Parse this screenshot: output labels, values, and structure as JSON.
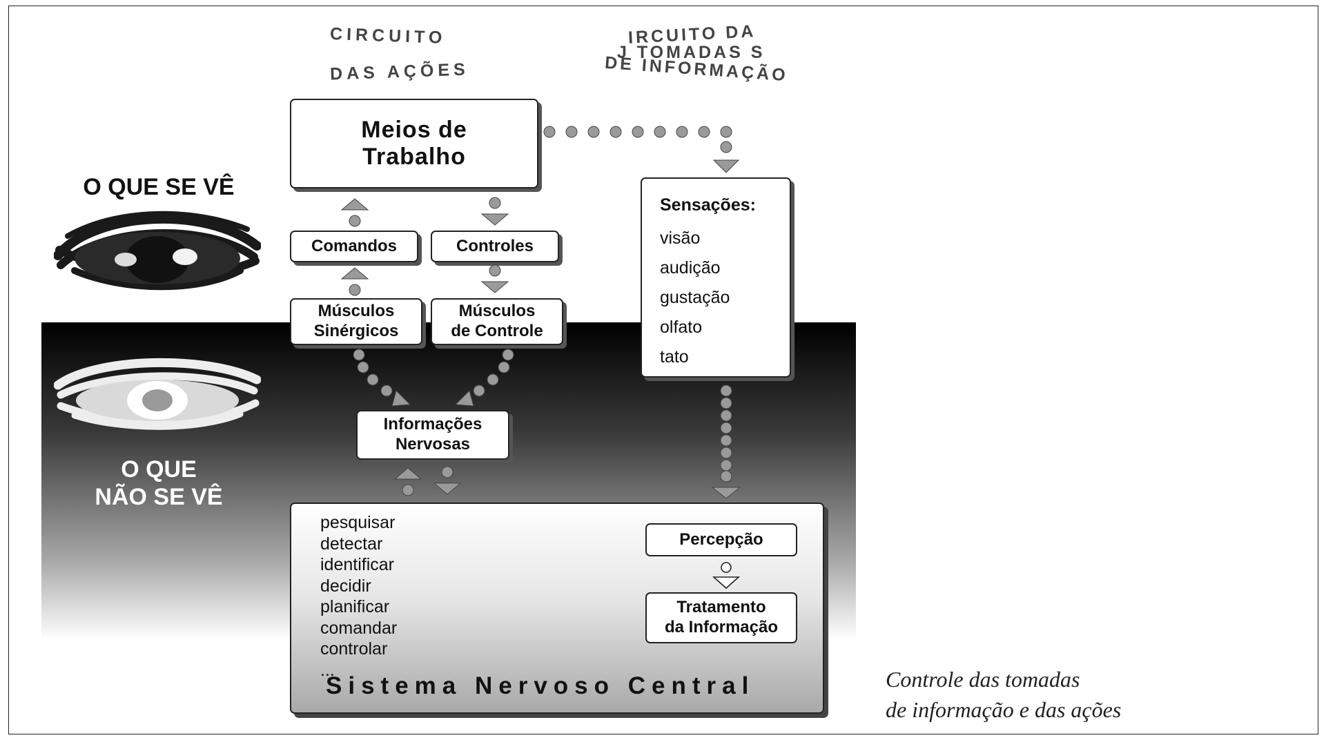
{
  "circuits": {
    "acoes_line1": "CIRCUITO",
    "acoes_line2": "DAS AÇÕES",
    "info_line1": "IRCUITO DA",
    "info_line2": "J TOMADAS S",
    "info_line3": "DE INFORMAÇÃO"
  },
  "zones": {
    "visible": "O QUE SE VÊ",
    "invisible_line1": "O QUE",
    "invisible_line2": "NÃO SE VÊ"
  },
  "boxes": {
    "meios_line1": "Meios de",
    "meios_line2": "Trabalho",
    "comandos": "Comandos",
    "controles": "Controles",
    "musculos_sinergicos_line1": "Músculos",
    "musculos_sinergicos_line2": "Sinérgicos",
    "musculos_controle_line1": "Músculos",
    "musculos_controle_line2": "de Controle",
    "informacoes_line1": "Informações",
    "informacoes_line2": "Nervosas",
    "percepcao": "Percepção",
    "tratamento_line1": "Tratamento",
    "tratamento_line2": "da Informação"
  },
  "sensacoes": {
    "title": "Sensações:",
    "items": [
      "visão",
      "audição",
      "gustação",
      "olfato",
      "tato"
    ]
  },
  "snc": {
    "title": "Sistema Nervoso Central",
    "items": [
      "pesquisar",
      "detectar",
      "identificar",
      "decidir",
      "planificar",
      "comandar",
      "controlar",
      "..."
    ]
  },
  "caption": {
    "line1": "Controle das tomadas",
    "line2": "de informação e das ações"
  },
  "colors": {
    "ink": "#111111",
    "dots": "#999999",
    "dark_zone_top": "#000000"
  },
  "icons": [
    "visible-eye-icon",
    "hidden-eye-icon"
  ]
}
